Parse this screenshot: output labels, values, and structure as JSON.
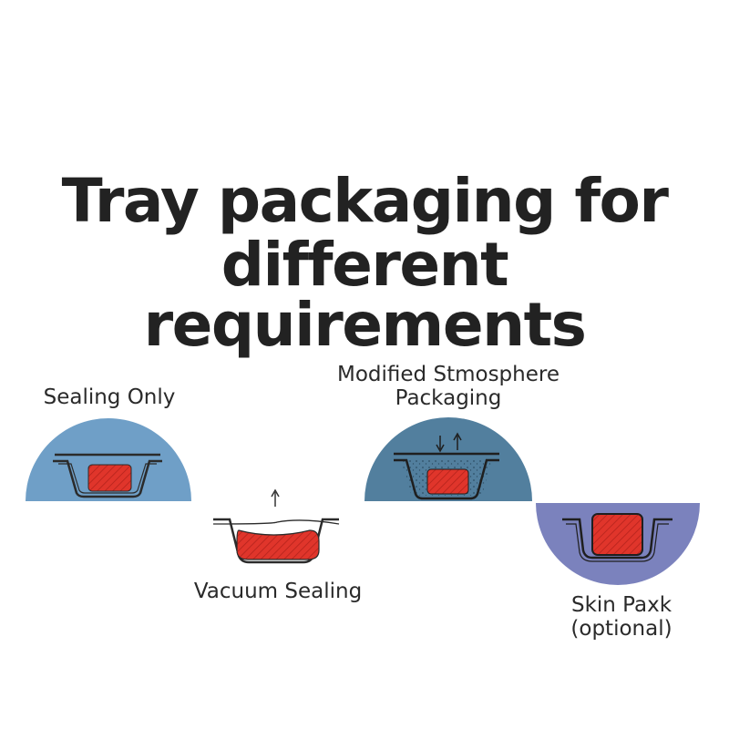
{
  "title": {
    "line1": "Tray packaging for",
    "line2": "different requirements"
  },
  "methods": [
    {
      "id": "sealing-only",
      "label": "Sealing Only",
      "color": "#6f9fc7",
      "icon": "sealed-tray-icon"
    },
    {
      "id": "vacuum-sealing",
      "label": "Vacuum Sealing",
      "icon": "vacuum-tray-icon"
    },
    {
      "id": "modified-atmosphere",
      "label_line1": "Modified Stmosphere",
      "label_line2": "Packaging",
      "color": "#527f9e",
      "icon": "gas-exchange-tray-icon"
    },
    {
      "id": "skin-pack",
      "label_line1": "Skin Paxk",
      "label_line2": "(optional)",
      "color": "#7b82bd",
      "icon": "skin-pack-tray-icon"
    }
  ],
  "colors": {
    "product": "#e0352b",
    "product_stripe": "#b3221b",
    "tray_outline": "#2b2b2b",
    "title": "#222222"
  }
}
